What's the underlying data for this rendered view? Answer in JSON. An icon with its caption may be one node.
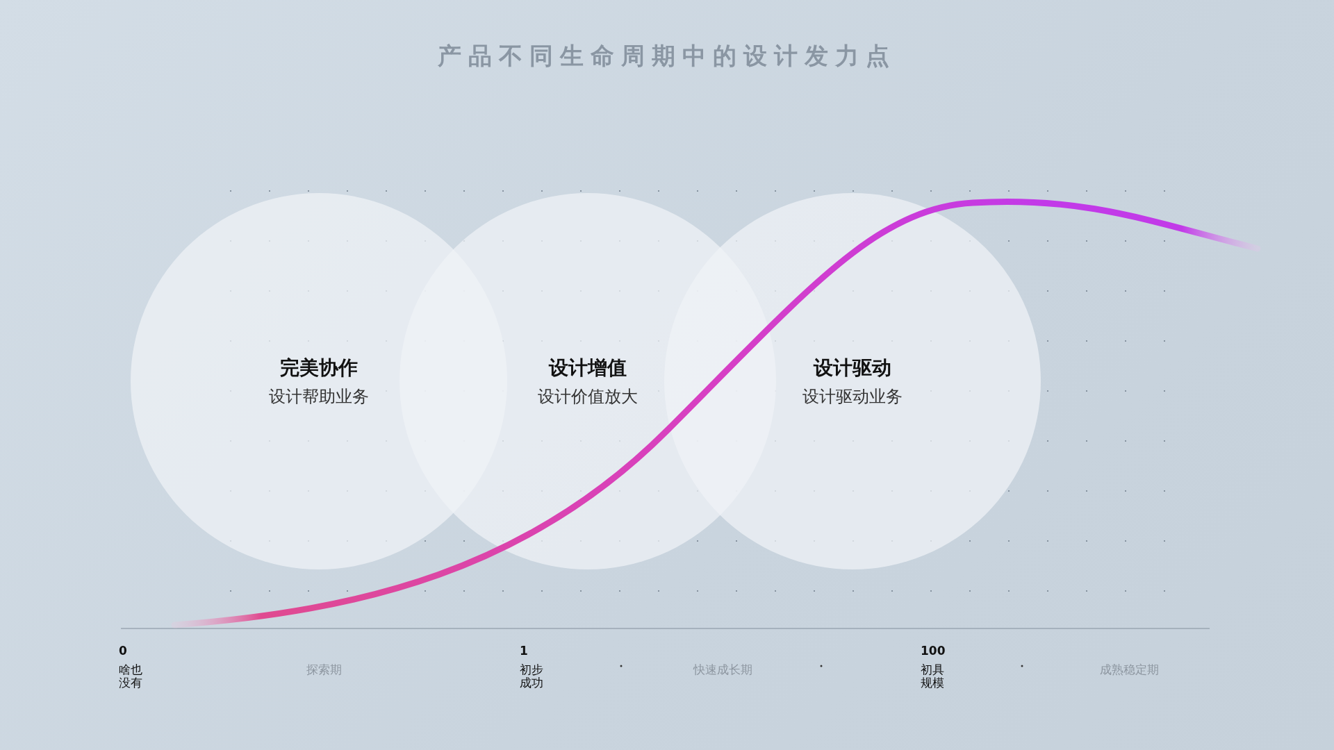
{
  "diagram": {
    "title": "产品不同生命周期中的设计发力点",
    "nodes": [
      {
        "text": [
          "完美协作",
          "设计帮助业务"
        ]
      },
      {
        "text": [
          "设计增值",
          "设计价值放大"
        ]
      },
      {
        "text": [
          "设计驱动",
          "设计驱动业务"
        ]
      }
    ],
    "edges": [],
    "labels": [
      "0",
      "啥也没有",
      "探索期",
      "1",
      "初步成功",
      "快速成长期",
      "100",
      "初具规模",
      "成熟稳定期"
    ]
  }
}
